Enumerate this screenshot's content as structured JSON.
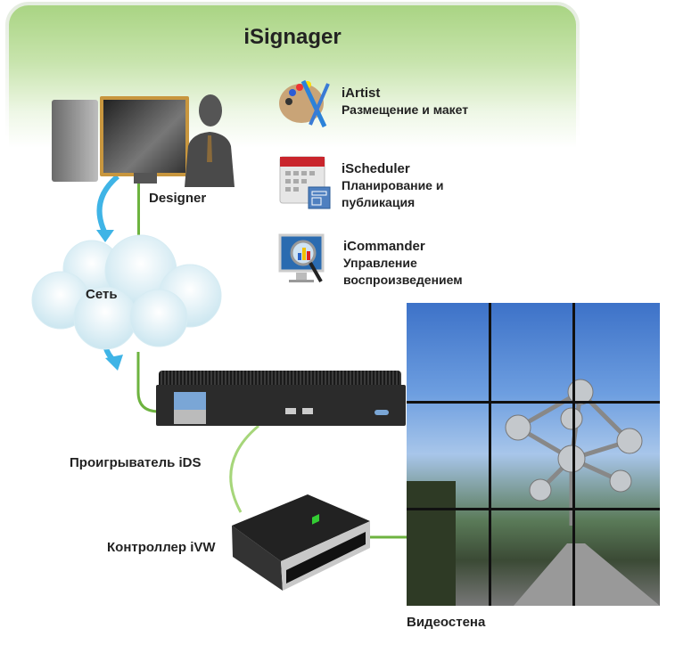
{
  "title": "iSignager",
  "labels": {
    "designer": "Designer",
    "network": "Сеть",
    "player": "Проигрыватель iDS",
    "controller": "Контроллер iVW",
    "videowall": "Видеостена"
  },
  "apps": [
    {
      "name": "iArtist",
      "desc": "Размещение и макет",
      "icon": "palette-icon"
    },
    {
      "name": "iScheduler",
      "desc": "Планирование и публикация",
      "icon": "calendar-icon"
    },
    {
      "name": "iCommander",
      "desc": "Управление воспроизведением",
      "icon": "monitor-magnifier-icon"
    }
  ],
  "colors": {
    "accent_green": "#6db33f",
    "arrow_blue": "#3fb4e6"
  }
}
